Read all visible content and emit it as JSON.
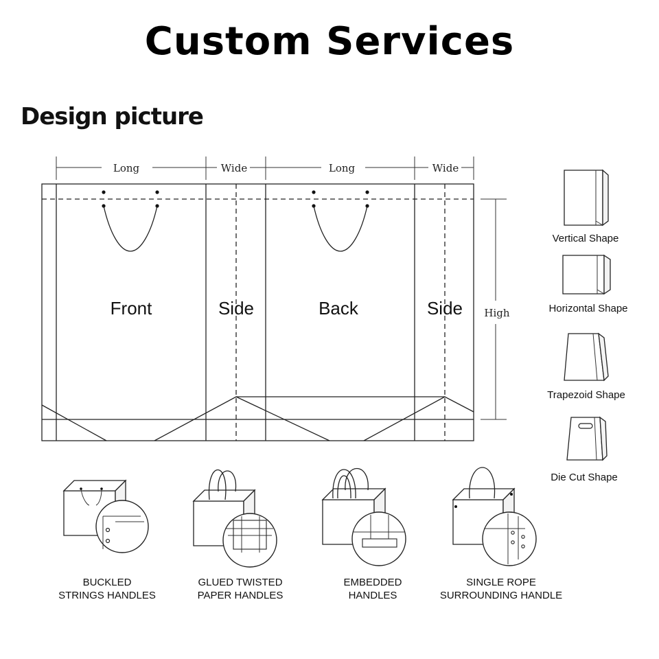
{
  "header": {
    "title": "Custom Services",
    "subtitle": "Design picture"
  },
  "dieline": {
    "dimensions": [
      "Long",
      "Wide",
      "Long",
      "Wide"
    ],
    "height_label": "High",
    "panels": [
      "Front",
      "Side",
      "Back",
      "Side"
    ]
  },
  "shapes": [
    {
      "label": "Vertical Shape",
      "icon": "vertical-bag-icon"
    },
    {
      "label": "Horizontal Shape",
      "icon": "horizontal-bag-icon"
    },
    {
      "label": "Trapezoid Shape",
      "icon": "trapezoid-bag-icon"
    },
    {
      "label": "Die Cut Shape",
      "icon": "die-cut-bag-icon"
    }
  ],
  "handles": [
    {
      "line1": "BUCKLED",
      "line2": "STRINGS HANDLES",
      "icon": "buckled-strings-bag-icon"
    },
    {
      "line1": "GLUED TWISTED",
      "line2": "PAPER HANDLES",
      "icon": "glued-twisted-bag-icon"
    },
    {
      "line1": "EMBEDDED",
      "line2": "HANDLES",
      "icon": "embedded-handles-bag-icon"
    },
    {
      "line1": "SINGLE ROPE",
      "line2": "SURROUNDING HANDLE",
      "icon": "single-rope-bag-icon"
    }
  ]
}
